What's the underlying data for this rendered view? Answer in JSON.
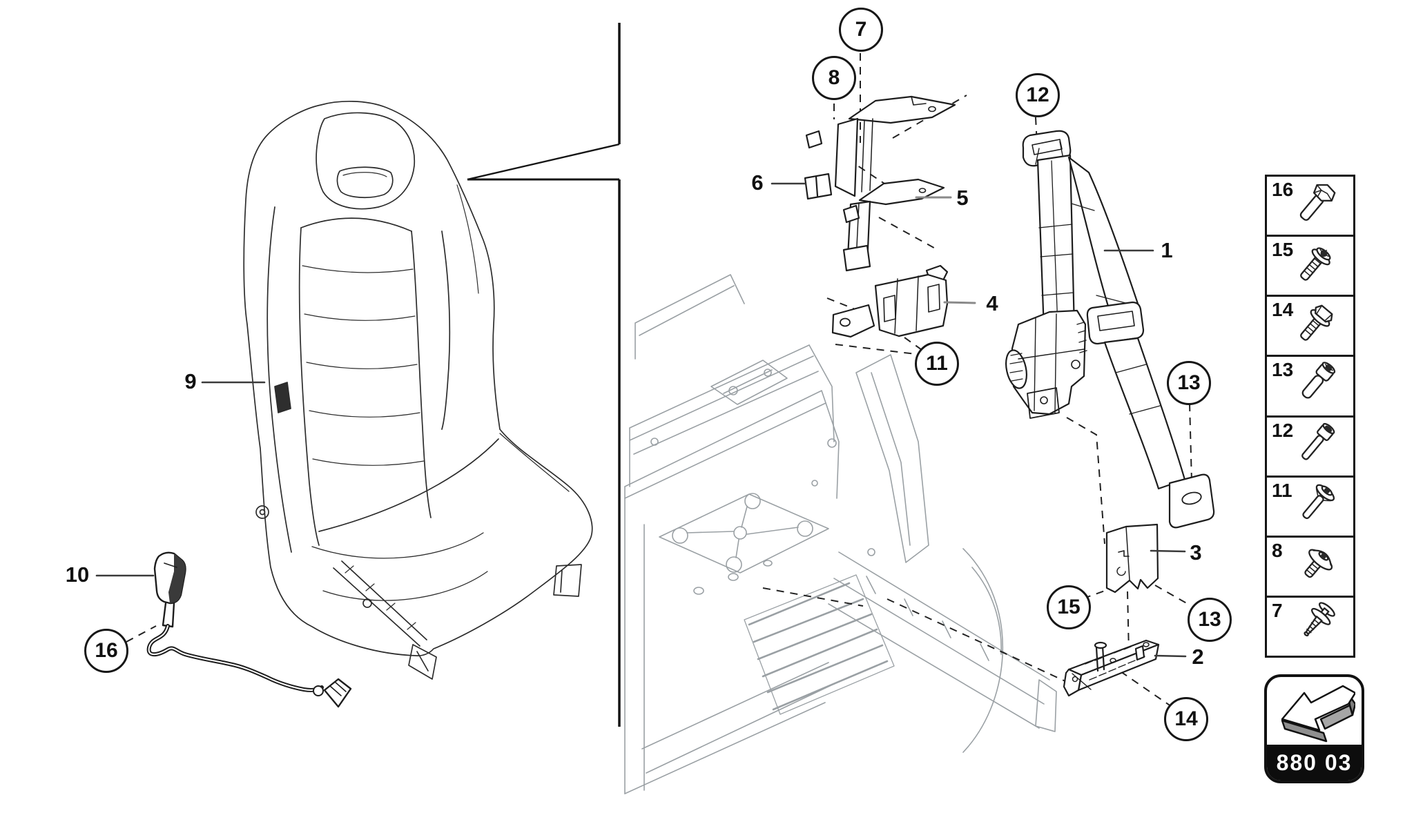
{
  "document": {
    "type": "parts-diagram",
    "section_code": "880 03",
    "subject": "seat belts and front seat"
  },
  "part_labels": {
    "p1": "1",
    "p2": "2",
    "p3": "3",
    "p4": "4",
    "p5": "5",
    "p6": "6",
    "p9": "9",
    "p10": "10"
  },
  "callout_circles": {
    "c7": "7",
    "c8": "8",
    "c11": "11",
    "c12": "12",
    "c13a": "13",
    "c13b": "13",
    "c14": "14",
    "c15": "15",
    "c16": "16"
  },
  "fastener_legend": {
    "items": [
      {
        "number": "16",
        "icon": "hex-bolt-icon"
      },
      {
        "number": "15",
        "icon": "torx-flange-bolt-icon"
      },
      {
        "number": "14",
        "icon": "hex-flange-bolt-icon"
      },
      {
        "number": "13",
        "icon": "socket-round-head-bolt-icon"
      },
      {
        "number": "12",
        "icon": "socket-head-screw-icon"
      },
      {
        "number": "11",
        "icon": "torx-button-screw-icon"
      },
      {
        "number": "8",
        "icon": "flange-button-screw-icon"
      },
      {
        "number": "7",
        "icon": "push-rivet-clip-icon"
      }
    ]
  },
  "footer": {
    "code": "880 03",
    "icon": "section-nav-arrow-icon"
  },
  "colors": {
    "ink": "#1c1c1c",
    "chassis_line": "#9aa0a4",
    "leader_gray": "#8a8a8a",
    "footer_bg": "#0d0d0d",
    "footer_text": "#ffffff",
    "background": "#ffffff"
  }
}
